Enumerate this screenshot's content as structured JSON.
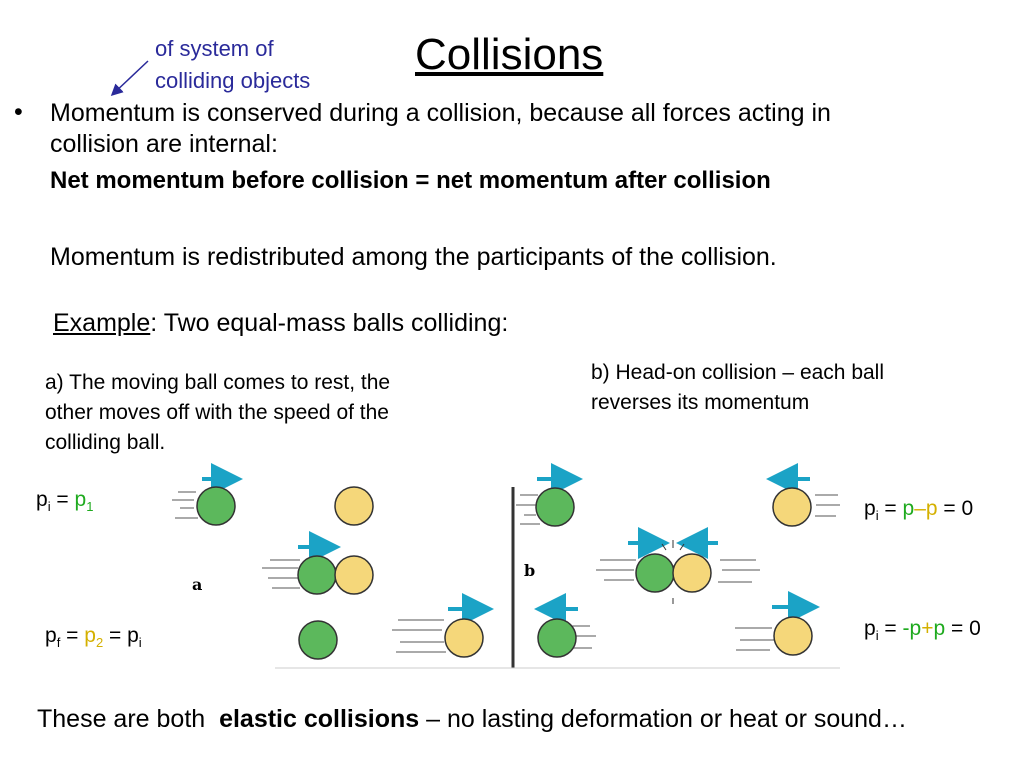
{
  "title": "Collisions",
  "annotation": {
    "line1": "of system of",
    "line2": "colliding objects"
  },
  "bullet_char": "•",
  "statement": {
    "line1": "Momentum is conserved during a collision, because all forces acting in",
    "line2": "collision are internal:"
  },
  "bold_statement": "Net momentum before collision = net momentum after collision",
  "redistribution": "Momentum is redistributed among the participants of the collision.",
  "example": {
    "label": "Example",
    "text": ": Two equal-mass balls colliding:"
  },
  "case_a": {
    "line1": "a) The moving ball comes to rest, the",
    "line2": "other moves off with the speed of the",
    "line3": "colliding ball.",
    "figure_label": "a"
  },
  "case_b": {
    "line1": "b) Head-on collision – each ball",
    "line2": "reverses its momentum",
    "figure_label": "b"
  },
  "equations": {
    "a_initial": {
      "p": "p",
      "sub_i": "i",
      "eq": " = ",
      "p1": "p",
      "sub_1": "1"
    },
    "a_final": {
      "p": "p",
      "sub_f": "f",
      "eq1": " = ",
      "p2": "p",
      "sub_2": "2",
      "eq2": " = ",
      "pi": "p",
      "sub_i": "i"
    },
    "b_initial": {
      "p": "p",
      "sub_i": "i",
      "eq": " = ",
      "pa": "p",
      "minus": "–",
      "pb": "p",
      "rest": " = 0"
    },
    "b_final": {
      "p": "p",
      "sub_i": "i",
      "eq": " = ",
      "pa": "-p",
      "plus": "+",
      "pb": "p",
      "rest": " = 0"
    }
  },
  "conclusion": {
    "prefix": "These are both  ",
    "bold": "elastic collisions",
    "suffix": " – no lasting deformation or heat or sound…"
  },
  "colors": {
    "green_ball": "#5cb85c",
    "yellow_ball": "#f5d77a",
    "arrow": "#1ba3c6",
    "annotation": "#2a2a9a"
  }
}
